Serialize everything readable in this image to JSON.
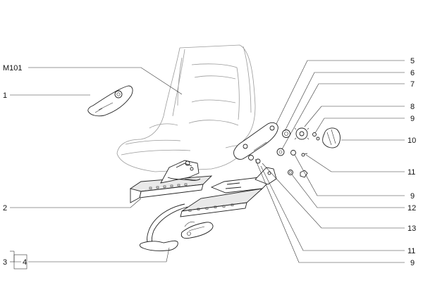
{
  "labels": {
    "m101": "M101",
    "c1": "1",
    "c2": "2",
    "c3": "3",
    "c4": "4",
    "c5": "5",
    "c6": "6",
    "c7": "7",
    "c8": "8",
    "c9a": "9",
    "c10": "10",
    "c11a": "11",
    "c9b": "9",
    "c12": "12",
    "c13": "13",
    "c11b": "11",
    "c9c": "9"
  }
}
